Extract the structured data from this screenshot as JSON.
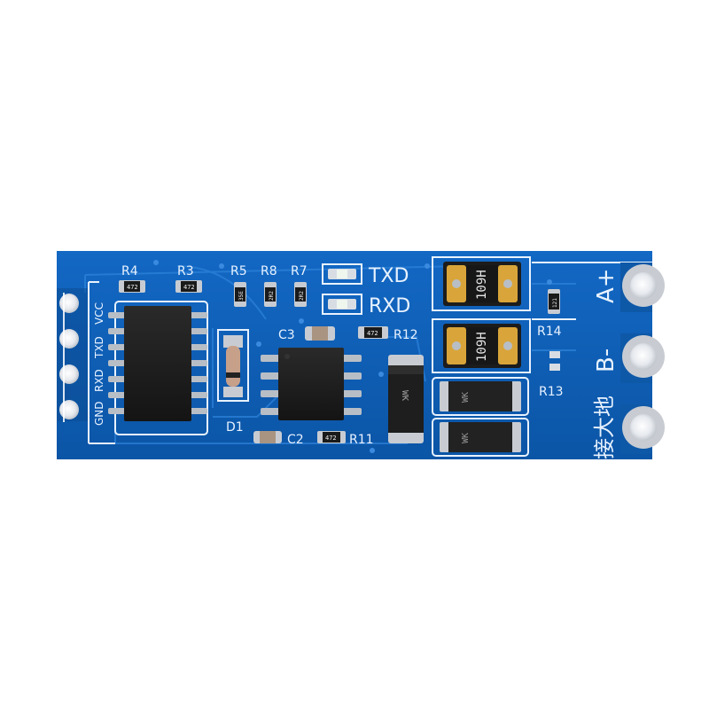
{
  "board": {
    "header_labels": [
      "GND",
      "RXD",
      "TXD",
      "VCC"
    ],
    "component_labels": {
      "r4": "R4",
      "r3": "R3",
      "r5": "R5",
      "r8": "R8",
      "r7": "R7",
      "c3": "C3",
      "r12": "R12",
      "d1": "D1",
      "c2": "C2",
      "r11": "R11",
      "r14": "R14",
      "r13": "R13"
    },
    "led_labels": {
      "txd": "TXD",
      "rxd": "RXD"
    },
    "terminal_labels": {
      "a_plus": "A+",
      "b_minus": "B-",
      "ground": "接大地"
    },
    "resistor_markings": {
      "r4": "472",
      "r3": "472",
      "r5": "35E",
      "r8": "2R2",
      "r7": "2R2",
      "r12": "472",
      "r11": "472",
      "r14": "121"
    },
    "fuse_markings": [
      "109H",
      "109H"
    ],
    "tvs_markings": [
      "WK",
      "WK"
    ],
    "colors": {
      "pcb": "#0d5fb4",
      "pcb_dark": "#0a4a90",
      "silkscreen": "#e8f2ff",
      "ic": "#1e1e1e",
      "pad": "#c8ccd2",
      "fuse": "#d9a53a"
    }
  }
}
